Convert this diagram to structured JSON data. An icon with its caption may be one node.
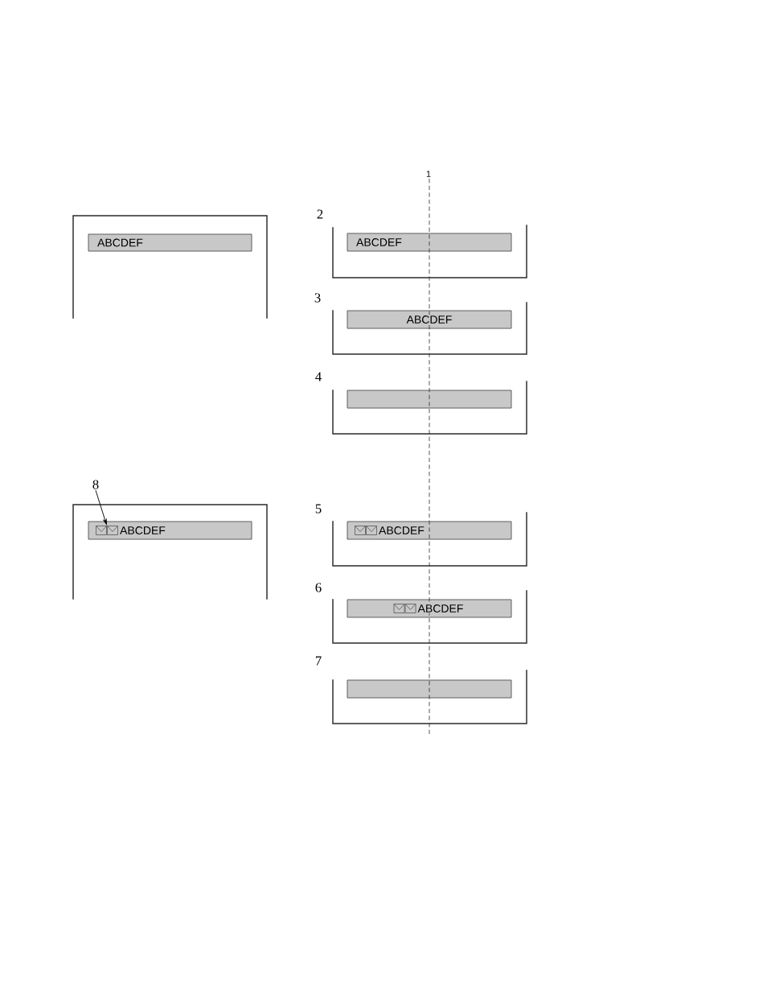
{
  "diagram": {
    "nodes": [
      {
        "text": [],
        "shape": "box"
      },
      {
        "text": [
          "ABCDEF"
        ],
        "in": 0
      },
      {
        "text": [],
        "shape": "box",
        "beside": [
          "2"
        ]
      },
      {
        "text": [
          "ABCDEF"
        ],
        "in": 2
      },
      {
        "text": [],
        "shape": "box",
        "beside": [
          "3"
        ]
      },
      {
        "text": [
          "ABCDEF"
        ],
        "in": 4
      },
      {
        "text": [],
        "shape": "box",
        "beside": [
          "4"
        ]
      },
      {
        "text": [],
        "shape": "bar",
        "in": 6
      },
      {
        "text": [
          "8"
        ]
      },
      {
        "text": [],
        "shape": "box"
      },
      {
        "text": [
          "ABCDEF"
        ],
        "in": 9
      },
      {
        "text": [],
        "shape": "picture",
        "in": 10
      },
      {
        "text": [],
        "shape": "box",
        "beside": [
          "5"
        ]
      },
      {
        "text": [
          "ABCDEF"
        ],
        "in": 12
      },
      {
        "text": [],
        "shape": "box",
        "beside": [
          "6"
        ]
      },
      {
        "text": [
          "ABCDEF"
        ],
        "in": 14
      },
      {
        "text": [],
        "shape": "box",
        "beside": [
          "7"
        ]
      },
      {
        "text": [],
        "shape": "bar",
        "in": 16
      }
    ],
    "edges": [
      {
        "from": 8,
        "to": 11,
        "arrow": "to"
      }
    ],
    "labels": [
      "1"
    ]
  }
}
